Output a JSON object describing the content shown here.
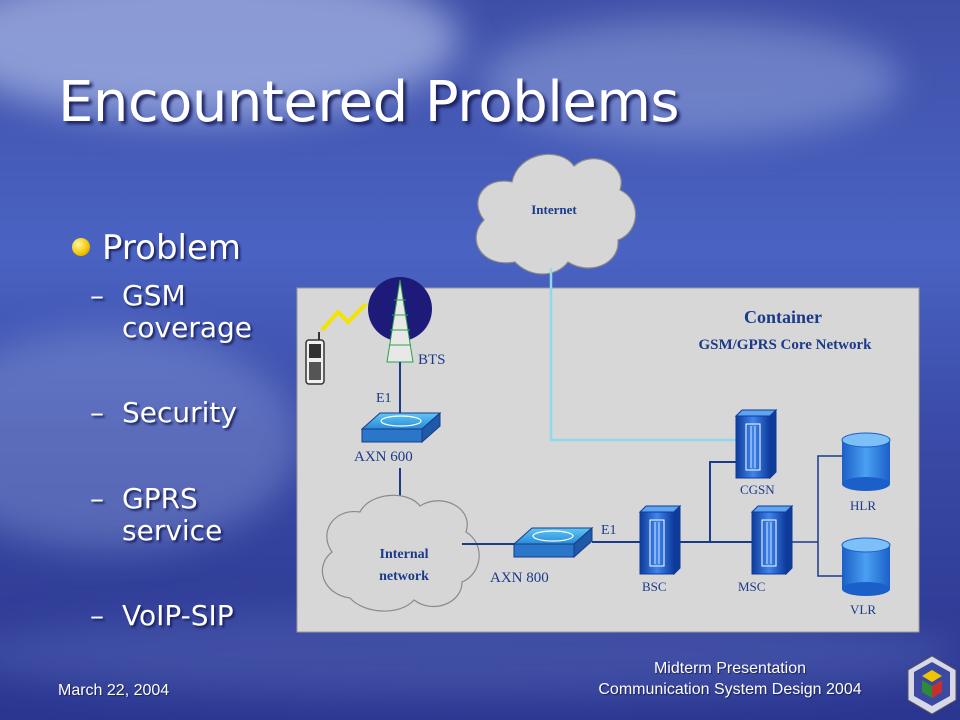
{
  "slide": {
    "title": "Encountered Problems",
    "bullet_main": "Problem",
    "sub_items": [
      "GSM coverage",
      "Security",
      "GPRS service",
      "VoIP-SIP"
    ],
    "footer_left": "March 22, 2004",
    "footer_right_line1": "Midterm Presentation",
    "footer_right_line2": "Communication System Design 2004"
  },
  "diagram": {
    "internet_label": "Internet",
    "container_title": "Container",
    "container_subtitle": "GSM/GPRS Core Network",
    "bts_label": "BTS",
    "e1_top_label": "E1",
    "axn600_label": "AXN 600",
    "internal_network_line1": "Internal",
    "internal_network_line2": "network",
    "axn800_label": "AXN 800",
    "e1_bottom_label": "E1",
    "bsc_label": "BSC",
    "msc_label": "MSC",
    "cgsn_label": "CGSN",
    "hlr_label": "HLR",
    "vlr_label": "VLR"
  },
  "colors": {
    "bullet_dot": "#f2c400",
    "container_bg": "#d7d7d7",
    "internet_link": "#8fd8ee",
    "device_blue": "#2d6fd6",
    "db_blue": "#2f7de1"
  }
}
